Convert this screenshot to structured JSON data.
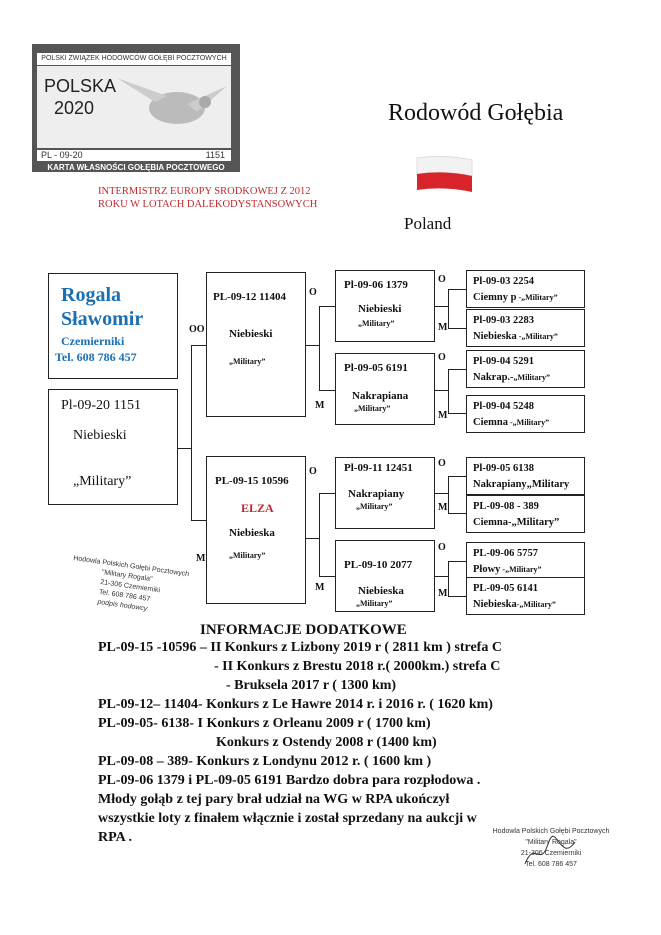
{
  "card": {
    "header": "POLSKI ZWIĄZEK HODOWCÓW GOŁĘBI POCZTOWYCH",
    "country": "POLSKA",
    "year": "2020",
    "ring": "PL - 09-20",
    "ring_num": "1151",
    "footer": "KARTA WŁASNOŚCI GOŁĘBIA POCZTOWEGO"
  },
  "title": "Rodowód Gołębia",
  "subtitle_line1": "INTERMISTRZ EUROPY SRODKOWEJ Z 2012",
  "subtitle_line2": "ROKU W LOTACH DALEKODYSTANSOWYCH",
  "country_label": "Poland",
  "owner": {
    "name1": "Rogala",
    "name2": "Sławomir",
    "town": "Czemierniki",
    "tel": "Tel. 608 786 457"
  },
  "subject": {
    "ring": "Pl-09-20  1151",
    "color": "Niebieski",
    "line": "„Military”"
  },
  "father": {
    "ring": "PL-09-12 11404",
    "color": "Niebieski",
    "line": "„Military”"
  },
  "mother": {
    "ring": "PL-09-15 10596",
    "name": "ELZA",
    "color": "Niebieska",
    "line": "„Military”"
  },
  "gp": [
    {
      "ring": "Pl-09-06 1379",
      "color": "Niebieski",
      "line": "„Military”"
    },
    {
      "ring": "Pl-09-05 6191",
      "color": "Nakrapiana",
      "line": "„Military”"
    },
    {
      "ring": "Pl-09-11 12451",
      "color": "Nakrapiany",
      "line": "„Military”"
    },
    {
      "ring": "PL-09-10 2077",
      "color": "Niebieska",
      "line": "„Military”"
    }
  ],
  "ggp": [
    {
      "ring": "Pl-09-03 2254",
      "desc": "Ciemny p",
      "suffix": " -„Military”"
    },
    {
      "ring": "Pl-09-03 2283",
      "desc": "Niebieska",
      "suffix": " -„Military”"
    },
    {
      "ring": "Pl-09-04 5291",
      "desc": "Nakrap.-",
      "suffix": "„Military”"
    },
    {
      "ring": "Pl-09-04 5248",
      "desc": "Ciemna",
      "suffix": " -„Military”"
    },
    {
      "ring": "Pl-09-05 6138",
      "desc": "Nakrapiany„Military",
      "suffix": ""
    },
    {
      "ring": "PL-09-08 - 389",
      "desc": "Ciemna-„Military”",
      "suffix": ""
    },
    {
      "ring": "PL-09-06 5757",
      "desc": "Płowy",
      "suffix": " -„Military”"
    },
    {
      "ring": "PL-09-05 6141",
      "desc": "Niebieska",
      "suffix": "-„Military”"
    }
  ],
  "markers": {
    "o": "O",
    "m": "M",
    "oo": "OO"
  },
  "stamp": {
    "l1": "Hodowla Polskich Gołębi Pocztowych",
    "l2": "\"Military Rogala\"",
    "l3": "21-306 Czemierniki",
    "l4": "Tel. 608 786 457",
    "l5": "podpis hodowcy"
  },
  "info": {
    "heading": "INFORMACJE  DODATKOWE",
    "lines": [
      "PL-09-15 -10596 – II Konkurs z Lizbony 2019 r ( 2811 km ) strefa C",
      "- II Konkurs z Brestu  2018 r.( 2000km.) strefa C",
      "- Bruksela 2017 r ( 1300 km)",
      "PL-09-12– 11404- Konkurs z Le Hawre 2014 r. i 2016 r. ( 1620 km)",
      "PL-09-05- 6138-  I Konkurs z Orleanu 2009 r ( 1700 km)",
      "Konkurs z Ostendy 2008 r (1400 km)",
      "PL-09-08 – 389-  Konkurs z Londynu 2012 r. ( 1600 km )",
      "PL-09-06 1379 i PL-09-05 6191 Bardzo dobra para rozpłodowa .",
      "Młody gołąb z tej pary brał udział na WG w RPA ukończył",
      "wszystkie loty z finałem włącznie i został sprzedany na aukcji w",
      "RPA ."
    ]
  },
  "stamp2": {
    "l1": "Hodowla Polskich Gołębi Pocztowych",
    "l2": "\"Military Rogala\"",
    "l3": "21-306 Czemierniki",
    "l4": "Tel. 608 786 457"
  }
}
